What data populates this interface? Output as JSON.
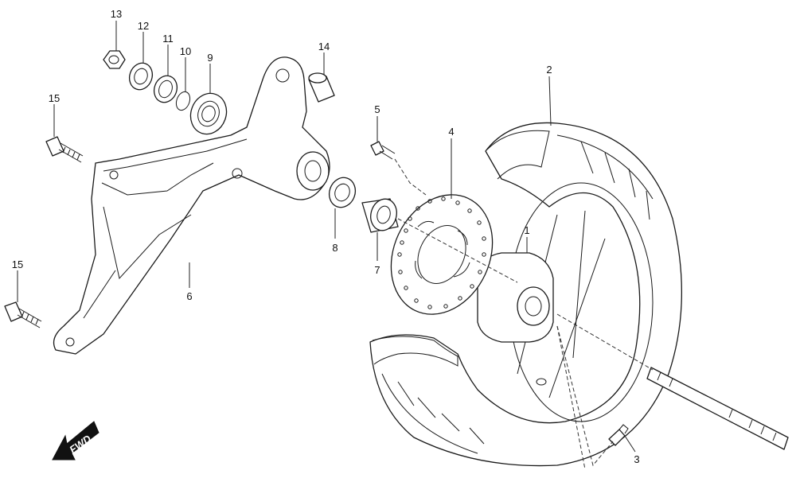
{
  "callouts": {
    "c1": "1",
    "c2": "2",
    "c3": "3",
    "c4": "4",
    "c5": "5",
    "c6": "6",
    "c7": "7",
    "c8": "8",
    "c9": "9",
    "c10": "10",
    "c11": "11",
    "c12": "12",
    "c13": "13",
    "c14": "14",
    "c15a": "15",
    "c15b": "15"
  },
  "direction_label": "FWD"
}
